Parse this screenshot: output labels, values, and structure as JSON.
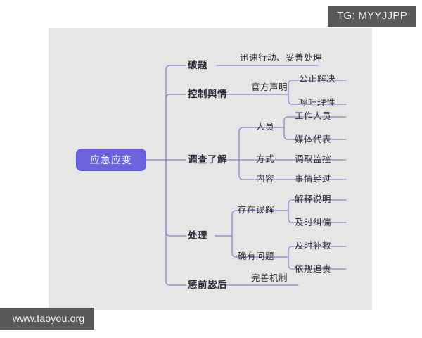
{
  "overlays": {
    "telegram_badge": "TG: MYYJJPP",
    "site_watermark": "www.taoyou.org"
  },
  "colors": {
    "canvas_bg": "#e6e6e6",
    "page_bg": "#ffffff",
    "root_fill": "#6c63dc",
    "root_border": "#5a51cd",
    "root_text": "#ffffff",
    "branch_line": "#8b86c9",
    "node_text": "#2a2a33",
    "badge_bg": "#595959",
    "badge_text": "#f2f2f2"
  },
  "mindmap": {
    "root": "应急应变",
    "branches": [
      {
        "label": "破题",
        "children": [
          {
            "label": "迅速行动、妥善处理",
            "children": []
          }
        ]
      },
      {
        "label": "控制舆情",
        "children": [
          {
            "label": "官方声明",
            "children": [
              {
                "label": "公正解决"
              },
              {
                "label": "呼吁理性"
              }
            ]
          }
        ]
      },
      {
        "label": "调查了解",
        "children": [
          {
            "label": "人员",
            "children": [
              {
                "label": "工作人员"
              },
              {
                "label": "媒体代表"
              }
            ]
          },
          {
            "label": "方式",
            "children": [
              {
                "label": "调取监控"
              }
            ]
          },
          {
            "label": "内容",
            "children": [
              {
                "label": "事情经过"
              }
            ]
          }
        ]
      },
      {
        "label": "处理",
        "children": [
          {
            "label": "存在误解",
            "children": [
              {
                "label": "解释说明"
              },
              {
                "label": "及时纠偏"
              }
            ]
          },
          {
            "label": "确有问题",
            "children": [
              {
                "label": "及时补救"
              },
              {
                "label": "依规追责"
              }
            ]
          }
        ]
      },
      {
        "label": "惩前毖后",
        "children": [
          {
            "label": "完善机制",
            "children": []
          }
        ]
      }
    ]
  }
}
